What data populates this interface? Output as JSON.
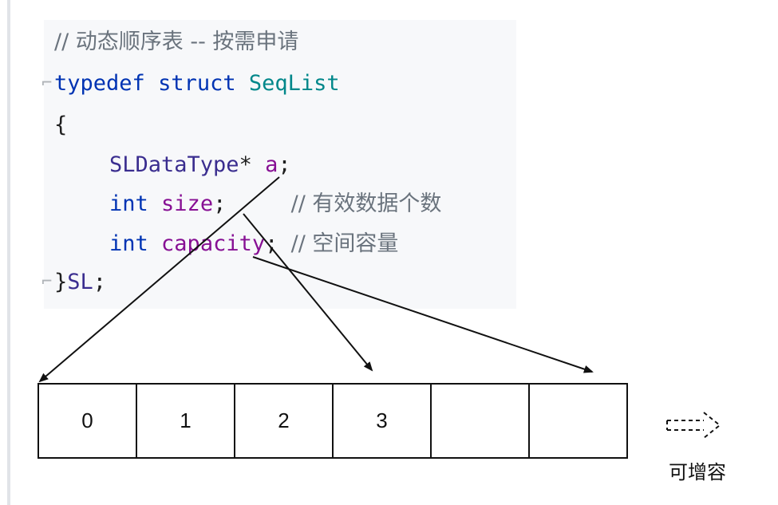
{
  "code": {
    "line1": {
      "text": "// 动态顺序表 -- 按需申请"
    },
    "line2": {
      "kw": "typedef",
      "kw2": "struct",
      "name": "SeqList"
    },
    "line3": {
      "text": "{"
    },
    "line4": {
      "type": "SLDataType",
      "ptr": "* ",
      "field": "a",
      "end": ";"
    },
    "line5": {
      "type": "int",
      "field": "size",
      "end": ";",
      "comment": "// 有效数据个数"
    },
    "line6": {
      "type": "int",
      "field": "capacity",
      "end": ";",
      "comment": "// 空间容量"
    },
    "line7": {
      "open": "}",
      "alias": "SL",
      "end": ";"
    }
  },
  "array": {
    "cells": [
      "0",
      "1",
      "2",
      "3",
      "",
      ""
    ]
  },
  "grow_label": "可增容",
  "colors": {
    "keyword": "#0033b3",
    "type_name": "#00878a",
    "typedef_name": "#3a2d8f",
    "field": "#871094",
    "comment": "#6a737d"
  }
}
